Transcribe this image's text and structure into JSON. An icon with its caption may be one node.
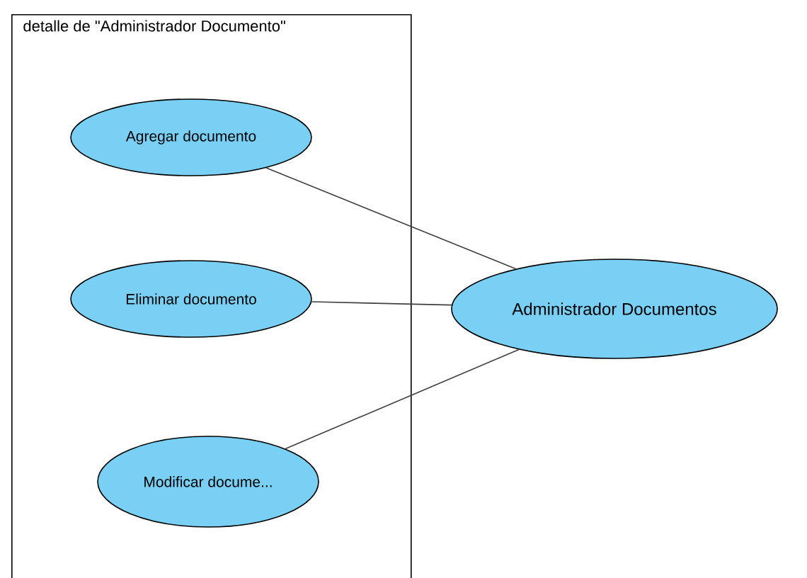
{
  "diagram": {
    "nodes": [
      {
        "text": [
          "detalle de \"Administrador Documento\""
        ]
      },
      {
        "text": [
          "Agregar documento"
        ],
        "in": 0
      },
      {
        "text": [
          "Eliminar documento"
        ],
        "in": 0
      },
      {
        "text": [
          "Modificar docume..."
        ],
        "in": 0
      },
      {
        "text": [
          "Administrador Documentos"
        ]
      }
    ],
    "edges": [
      {
        "from": 1,
        "to": 4,
        "arrow": "none"
      },
      {
        "from": 2,
        "to": 4,
        "arrow": "none"
      },
      {
        "from": 3,
        "to": 4,
        "arrow": "none"
      }
    ]
  }
}
